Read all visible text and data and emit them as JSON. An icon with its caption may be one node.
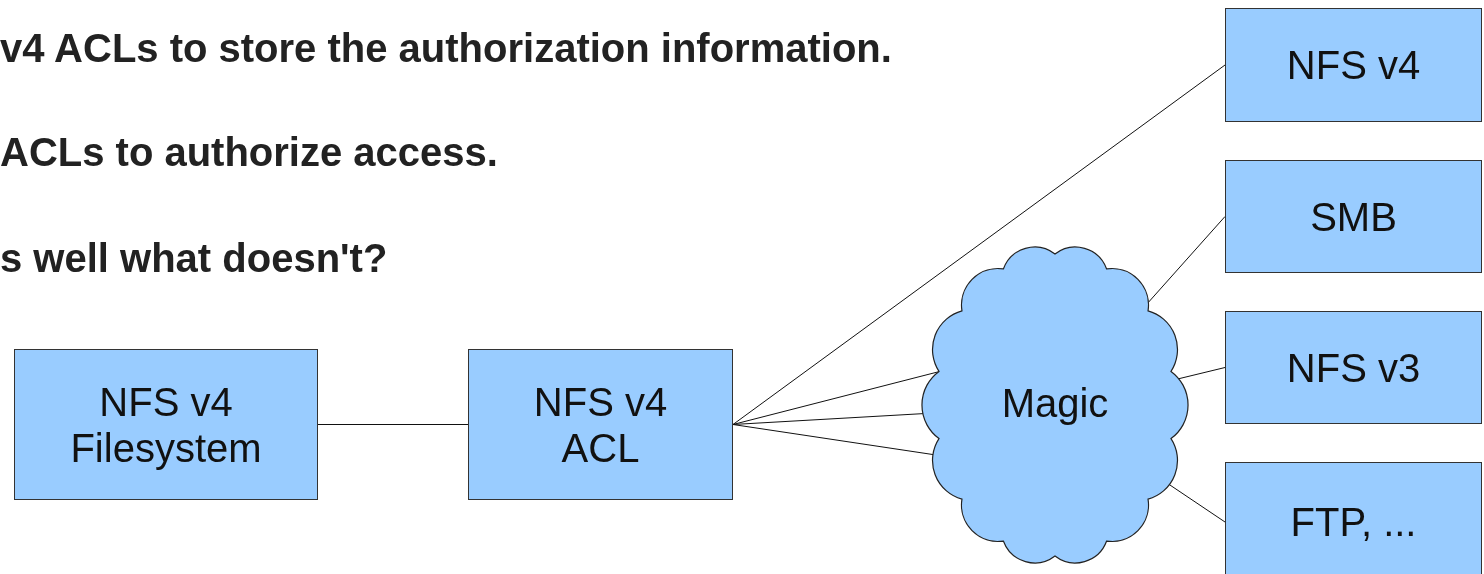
{
  "diagram": {
    "nodes": [
      {
        "text": [
          "NFS v4 Filesystem"
        ]
      },
      {
        "text": [
          "NFS v4 ACL"
        ]
      },
      {
        "text": [
          "Magic"
        ]
      },
      {
        "text": [
          "NFS v4"
        ]
      },
      {
        "text": [
          "SMB"
        ]
      },
      {
        "text": [
          "NFS v3"
        ]
      },
      {
        "text": [
          "FTP, ..."
        ]
      }
    ],
    "edges": [
      {
        "from": 0,
        "to": 1,
        "arrow": "none"
      },
      {
        "from": 1,
        "to": 3,
        "arrow": "none"
      },
      {
        "from": 1,
        "to": 2,
        "arrow": "none"
      },
      {
        "from": 1,
        "to": 2,
        "arrow": "none"
      },
      {
        "from": 1,
        "to": 2,
        "arrow": "none"
      },
      {
        "from": 2,
        "to": 4,
        "arrow": "none"
      },
      {
        "from": 2,
        "to": 5,
        "arrow": "none"
      },
      {
        "from": 2,
        "to": 6,
        "arrow": "none"
      }
    ],
    "labels": [
      "v4 ACLs to store the authorization information.",
      "ACLs to authorize access.",
      "s well what doesn't?"
    ]
  }
}
